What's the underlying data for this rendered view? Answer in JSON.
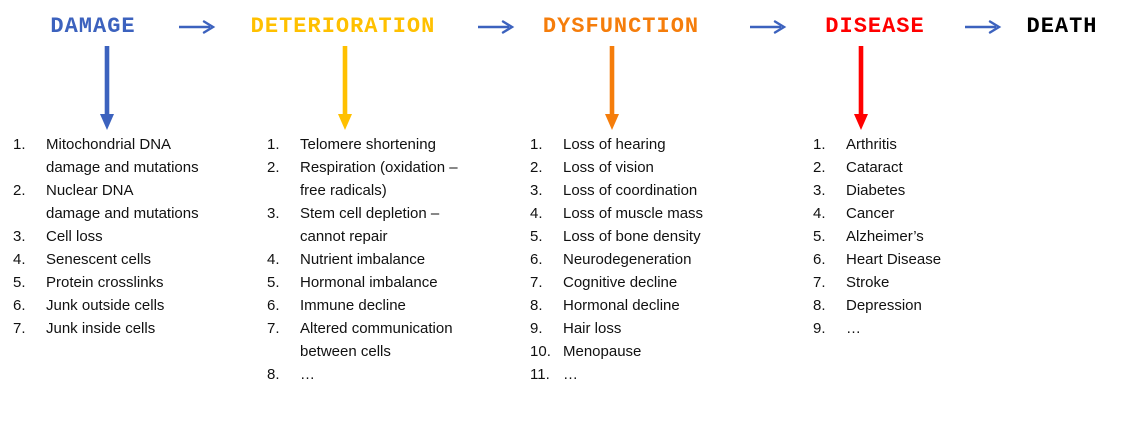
{
  "diagram": {
    "connector_color": "#3C62BE",
    "stages": [
      {
        "label": "DAMAGE",
        "color": "#3C62BE",
        "items": [
          "Mitochondrial DNA\ndamage and mutations",
          "Nuclear DNA\ndamage and mutations",
          "Cell loss",
          "Senescent cells",
          "Protein crosslinks",
          "Junk outside cells",
          "Junk inside cells"
        ]
      },
      {
        "label": "DETERIORATION",
        "color": "#FFC000",
        "items": [
          "Telomere shortening",
          "Respiration (oxidation –\nfree radicals)",
          "Stem cell depletion –\ncannot repair",
          "Nutrient imbalance",
          "Hormonal imbalance",
          "Immune decline",
          "Altered communication\nbetween cells",
          "…"
        ]
      },
      {
        "label": "DYSFUNCTION",
        "color": "#F57D0B",
        "items": [
          "Loss of hearing",
          "Loss of vision",
          "Loss of coordination",
          "Loss of muscle mass",
          "Loss of bone density",
          "Neurodegeneration",
          "Cognitive decline",
          "Hormonal decline",
          "Hair loss",
          "Menopause",
          "…"
        ]
      },
      {
        "label": "DISEASE",
        "color": "#FF0000",
        "items": [
          "Arthritis",
          "Cataract",
          "Diabetes",
          "Cancer",
          "Alzheimer’s",
          "Heart Disease",
          "Stroke",
          "Depression",
          "…"
        ]
      },
      {
        "label": "DEATH",
        "color": "#000000",
        "items": []
      }
    ]
  }
}
